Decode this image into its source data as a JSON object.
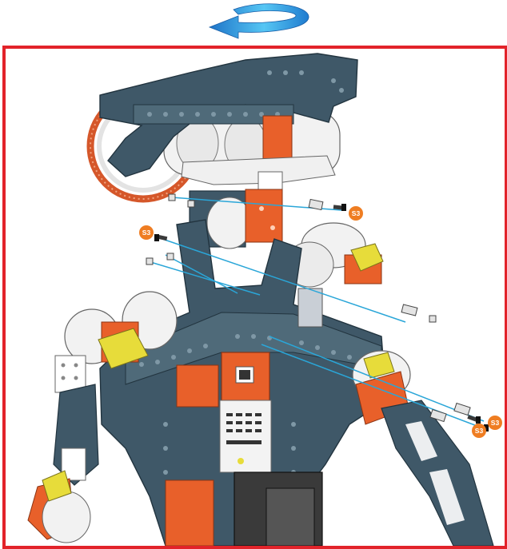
{
  "colors": {
    "frame_border": "#e2232a",
    "structure": "#3f5868",
    "structure_light": "#5d7888",
    "servo_orange": "#e8602a",
    "servo_white": "#f2f2f2",
    "hinge_yellow": "#e7dc3a",
    "guide_line": "#2aa6d8",
    "rotate_arrow": "#2a8fd6",
    "badge": "#ef7d22"
  },
  "icons": {
    "rotate": "rotate-left-arrow-icon",
    "screw": "screw-icon",
    "nut": "square-nut-icon"
  },
  "badges": [
    {
      "label": "S3"
    },
    {
      "label": "S3"
    },
    {
      "label": "S3"
    },
    {
      "label": "S3"
    }
  ]
}
